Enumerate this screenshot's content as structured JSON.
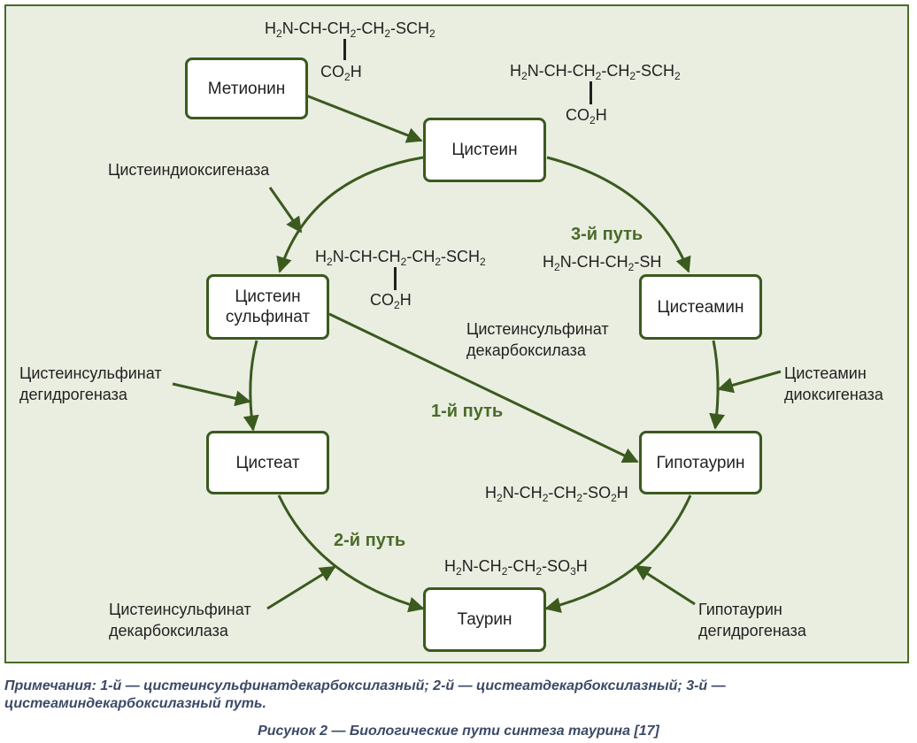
{
  "nodes": {
    "methionine": "Метионин",
    "cysteine": "Цистеин",
    "cysteine_sulfinate": "Цистеин\nсульфинат",
    "cysteamine": "Цистеамин",
    "cysteate": "Цистеат",
    "hypotaurine": "Гипотаурин",
    "taurine": "Таурин"
  },
  "enzymes": {
    "cysteine_dioxygenase": "Цистеиндиоксигеназа",
    "csa_dehydrogenase": "Цистеинсульфинат\nдегидрогеназа",
    "csa_decarboxylase_mid": "Цистеинсульфинат\nдекарбоксилаза",
    "cysteamine_dioxygenase": "Цистеамин\nдиоксигеназа",
    "csa_decarboxylase_bottom": "Цистеинсульфинат\nдекарбоксилаза",
    "hypotaurine_dehydrogenase": "Гипотаурин\nдегидрогеназа"
  },
  "pathways": {
    "path1": "1-й путь",
    "path2": "2-й путь",
    "path3": "3-й путь"
  },
  "formulas": {
    "met_main": [
      "H",
      "2",
      "N-CH-CH",
      "2",
      "-CH",
      "2",
      "-SCH",
      "2"
    ],
    "met_sub": [
      "CO",
      "2",
      "H"
    ],
    "cys_main": [
      "H",
      "2",
      "N-CH-CH",
      "2",
      "-CH",
      "2",
      "-SCH",
      "2"
    ],
    "cys_sub": [
      "CO",
      "2",
      "H"
    ],
    "csa_main": [
      "H",
      "2",
      "N-CH-CH",
      "2",
      "-CH",
      "2",
      "-SCH",
      "2"
    ],
    "csa_sub": [
      "CO",
      "2",
      "H"
    ],
    "cysteamine": [
      "H",
      "2",
      "N-CH-CH",
      "2",
      "-SH"
    ],
    "hypotaurine": [
      "H",
      "2",
      "N-CH",
      "2",
      "-CH",
      "2",
      "-SO",
      "2",
      "H"
    ],
    "taurine": [
      "H",
      "2",
      "N-CH",
      "2",
      "-CH",
      "2",
      "-SO",
      "3",
      "H"
    ]
  },
  "notes": "Примечания: 1-й — цистеинсульфинатдекарбоксилазный; 2-й — цистеатдекарбоксилазный; 3-й — цистеаминдекарбоксилазный путь.",
  "caption": "Рисунок 2 — Биологические пути синтеза таурина [17]",
  "colors": {
    "panel_bg": "#e9eee1",
    "border": "#4b6a2a",
    "arrow": "#3b5a1e",
    "path_text": "#4b6a2a",
    "caption_text": "#3b4a66"
  }
}
